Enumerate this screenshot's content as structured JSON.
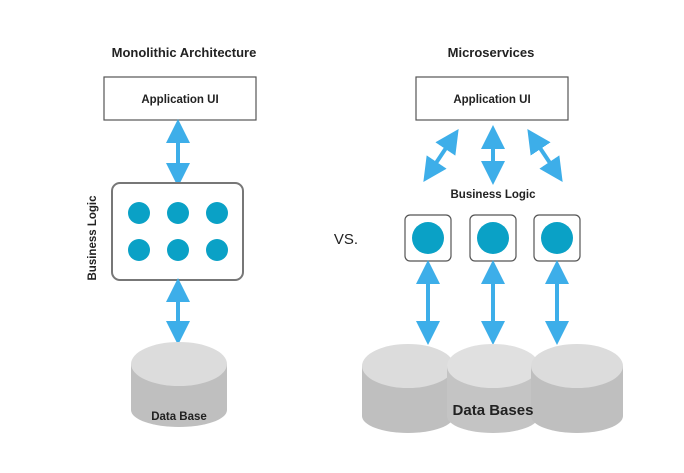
{
  "left": {
    "title": "Monolithic Architecture",
    "app_ui_label": "Application UI",
    "business_logic_label": "Business Logic",
    "database_label": "Data Base"
  },
  "right": {
    "title": "Microservices",
    "app_ui_label": "Application UI",
    "business_logic_label": "Business Logic",
    "databases_label": "Data Bases"
  },
  "vs_label": "VS.",
  "colors": {
    "arrow": "#3daee9",
    "node": "#0aa1c6",
    "box_border": "#555555",
    "cyl_top": "#d9d9d9",
    "cyl_side": "#bfbfbf"
  }
}
